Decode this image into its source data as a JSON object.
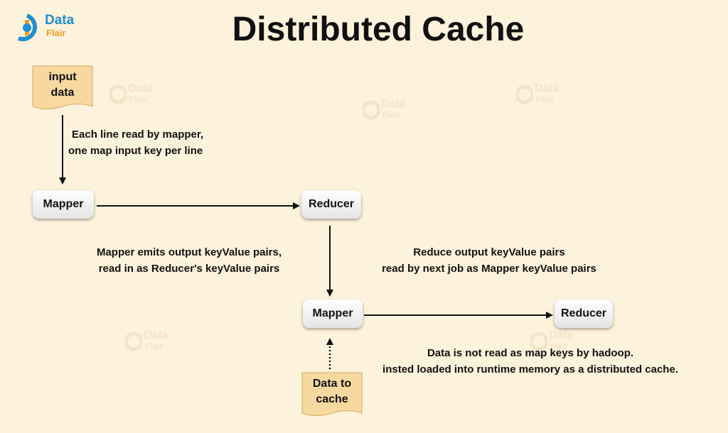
{
  "title": "Distributed Cache",
  "logo": {
    "word1": "Data",
    "word2": "Flair"
  },
  "watermark": {
    "word1": "Data",
    "word2": "Flair"
  },
  "nodes": {
    "input_data": {
      "line1": "input",
      "line2": "data"
    },
    "mapper1": "Mapper",
    "reducer1": "Reducer",
    "mapper2": "Mapper",
    "reducer2": "Reducer",
    "data_to_cache": {
      "line1": "Data to",
      "line2": "cache"
    }
  },
  "captions": {
    "input_to_mapper": {
      "line1": "Each line read by mapper,",
      "line2": "one map input key per line"
    },
    "mapper_to_reducer": {
      "line1": "Mapper emits output keyValue pairs,",
      "line2": "read in as Reducer's keyValue pairs"
    },
    "reducer_to_mapper": {
      "line1": "Reduce output keyValue pairs",
      "line2": "read by next job as Mapper keyValue pairs"
    },
    "cache_note": {
      "line1": "Data is not read as map keys by hadoop.",
      "line2": "insted loaded into runtime memory as a distributed cache."
    }
  },
  "colors": {
    "background": "#fdf2dc",
    "document": "#f7d9a0",
    "logo_blue": "#1e8fd0",
    "logo_orange": "#f39c1f"
  }
}
